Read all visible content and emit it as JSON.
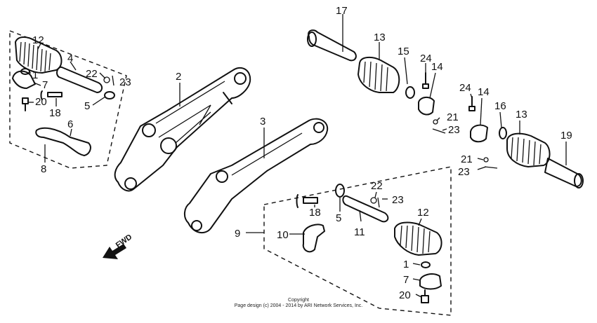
{
  "callouts": {
    "c1a": "1",
    "c4": "4",
    "c5a": "5",
    "c6": "6",
    "c7a": "7",
    "c8": "8",
    "c12a": "12",
    "c18a": "18",
    "c20a": "20",
    "c22a": "22",
    "c23a": "23",
    "c2": "2",
    "c3": "3",
    "c9": "9",
    "c10": "10",
    "c11": "11",
    "c18b": "18",
    "c5b": "5",
    "c22b": "22",
    "c23b": "23",
    "c12b": "12",
    "c1b": "1",
    "c7b": "7",
    "c20b": "20",
    "c17": "17",
    "c13a": "13",
    "c15": "15",
    "c24a": "24",
    "c14a": "14",
    "c21a": "21",
    "c23c": "23",
    "c24b": "24",
    "c14b": "14",
    "c16": "16",
    "c13b": "13",
    "c19": "19",
    "c21b": "21",
    "c23d": "23"
  },
  "fwd_label": "FWD",
  "copyright": {
    "line1": "Copyright",
    "line2": "Page design (c) 2004 - 2014 by ARI Network Services, Inc."
  }
}
